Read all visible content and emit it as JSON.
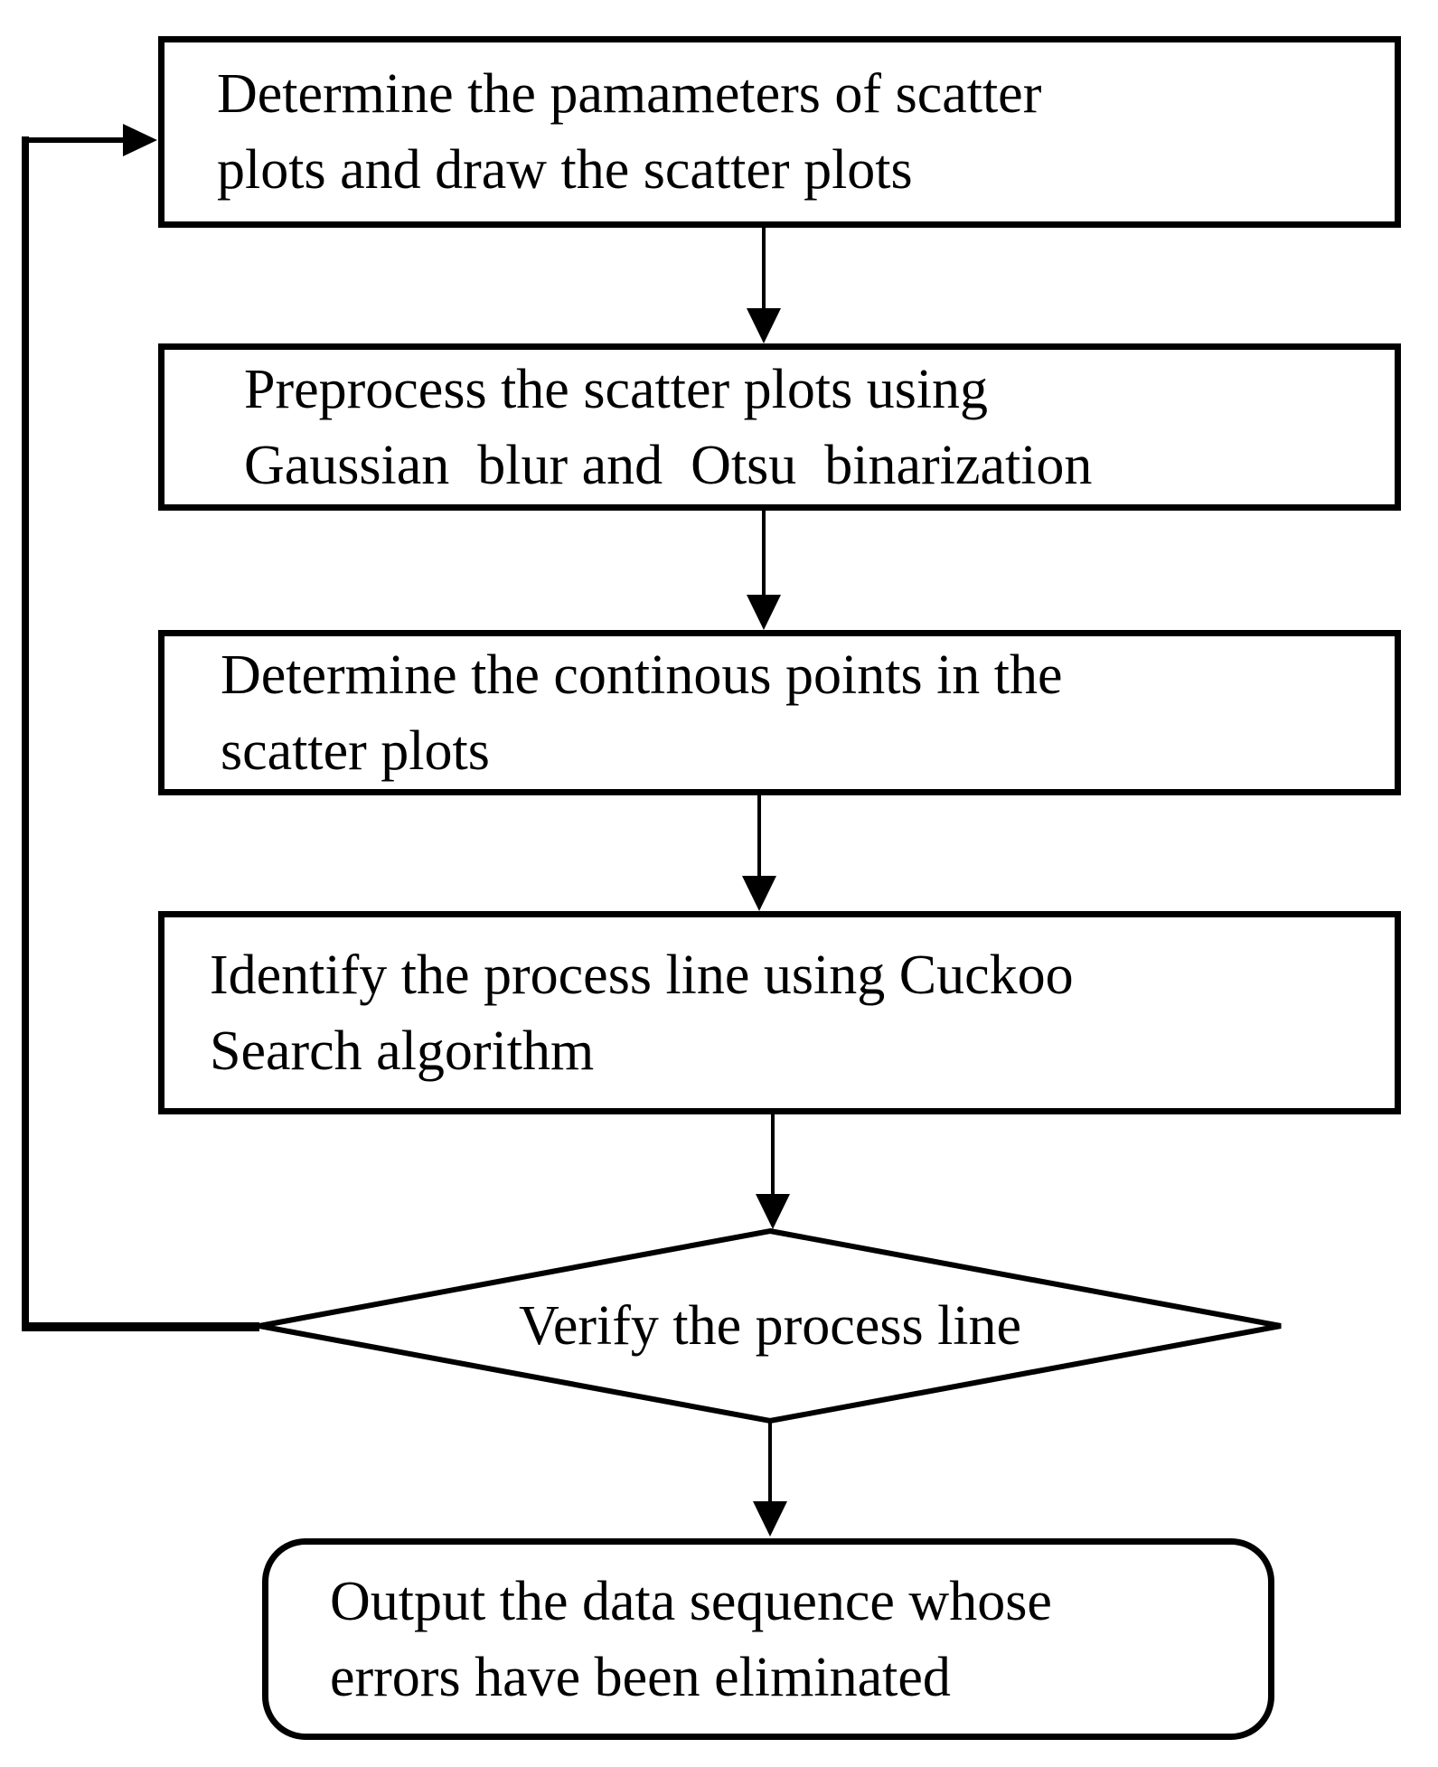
{
  "diagram": {
    "type": "flowchart",
    "colors": {
      "background": "#ffffff",
      "stroke": "#000000",
      "text": "#000000"
    },
    "nodes": {
      "step1": {
        "shape": "rectangle",
        "line1": "Determine the pamameters of scatter",
        "line2": "plots and draw the scatter plots"
      },
      "step2": {
        "shape": "rectangle",
        "line1": "Preprocess the scatter plots using",
        "line2": "Gaussian  blur and  Otsu  binarization"
      },
      "step3": {
        "shape": "rectangle",
        "line1": "Determine the continous points in the",
        "line2": "scatter plots"
      },
      "step4": {
        "shape": "rectangle",
        "line1": "Identify the process line using Cuckoo",
        "line2": "Search algorithm"
      },
      "decision": {
        "shape": "diamond",
        "label": "Verify the process line"
      },
      "output": {
        "shape": "rounded-rectangle",
        "line1": "Output the data sequence whose",
        "line2": "errors have been eliminated"
      }
    },
    "edges": [
      {
        "from": "step1",
        "to": "step2",
        "style": "arrow-down"
      },
      {
        "from": "step2",
        "to": "step3",
        "style": "arrow-down"
      },
      {
        "from": "step3",
        "to": "step4",
        "style": "arrow-down"
      },
      {
        "from": "step4",
        "to": "decision",
        "style": "arrow-down"
      },
      {
        "from": "decision",
        "to": "output",
        "style": "arrow-down"
      },
      {
        "from": "decision",
        "to": "step1",
        "style": "feedback-loop-left"
      }
    ]
  }
}
